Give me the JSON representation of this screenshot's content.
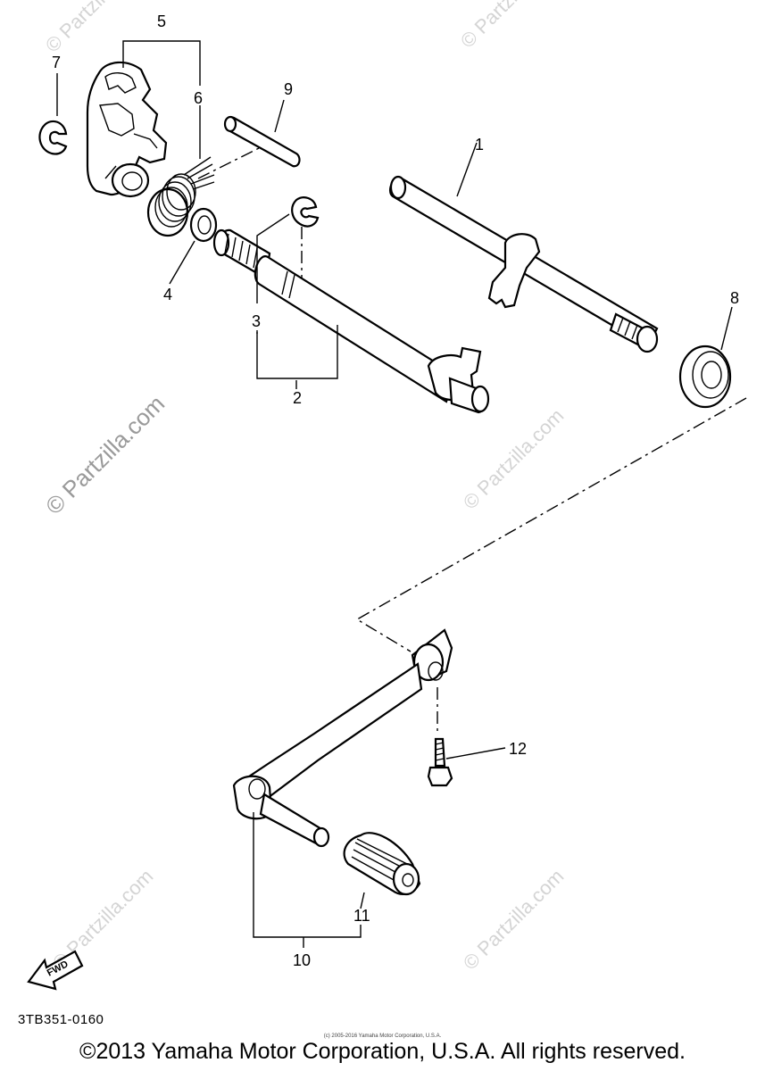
{
  "callouts": {
    "c1": "1",
    "c2": "2",
    "c3": "3",
    "c4": "4",
    "c5": "5",
    "c6": "6",
    "c7": "7",
    "c8": "8",
    "c9": "9",
    "c10": "10",
    "c11": "11",
    "c12": "12"
  },
  "watermark": "© Partzilla.com",
  "fwd_label": "FWD",
  "diagram_code": "3TB351-0160",
  "small_notice": "(c) 2005-2016 Yamaha Motor Corporation, U.S.A.",
  "copyright": "©2013 Yamaha Motor Corporation, U.S.A. All rights reserved."
}
